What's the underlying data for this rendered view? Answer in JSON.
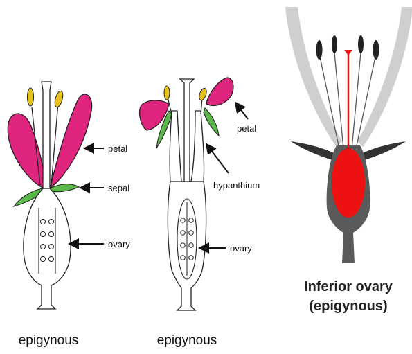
{
  "diagram1": {
    "labels": {
      "petal": "petal",
      "sepal": "sepal",
      "ovary": "ovary"
    },
    "caption": "epigynous"
  },
  "diagram2": {
    "labels": {
      "petal": "petal",
      "hypanthium": "hypanthium",
      "ovary": "ovary"
    },
    "caption": "epigynous"
  },
  "diagram3": {
    "caption_line1": "Inferior ovary",
    "caption_line2": "(epigynous)"
  },
  "colors": {
    "petal": "#e0257f",
    "sepal": "#5bb84a",
    "anther": "#e8c21c",
    "ovary_red": "#ee1111",
    "receptacle_gray": "#5a5a5a",
    "petal_gray": "#cfcfcf",
    "stamen_black": "#222222"
  }
}
